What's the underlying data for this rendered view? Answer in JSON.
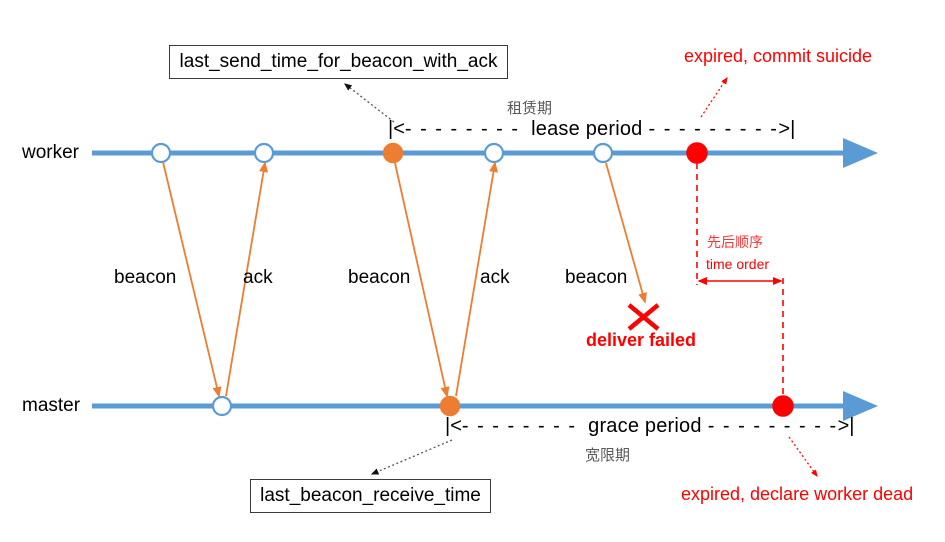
{
  "diagram": {
    "title": "lease and grace period timing diagram",
    "colors": {
      "timeline_blue": "#5B9BD5",
      "message_orange": "#ED7D31",
      "alert_red": "#FF0000",
      "text_black": "#000000",
      "cn_gray": "#595959"
    },
    "lanes": [
      {
        "name": "worker",
        "label": "worker"
      },
      {
        "name": "master",
        "label": "master"
      }
    ],
    "messages": [
      {
        "label": "beacon",
        "from": "worker",
        "to": "master"
      },
      {
        "label": "ack",
        "from": "master",
        "to": "worker"
      },
      {
        "label": "beacon",
        "from": "worker",
        "to": "master"
      },
      {
        "label": "ack",
        "from": "master",
        "to": "worker"
      },
      {
        "label": "beacon",
        "from": "worker",
        "to": "master",
        "failed": true
      }
    ],
    "callouts": {
      "last_send_time": "last_send_time_for_beacon_with_ack",
      "last_receive_time": "last_beacon_receive_time"
    },
    "periods": {
      "lease": {
        "label": "lease period",
        "cn": "租赁期"
      },
      "grace": {
        "label": "grace period",
        "cn": "宽限期"
      },
      "time_order": {
        "cn": "先后顺序",
        "label": "time order"
      }
    },
    "annotations": {
      "deliver_failed": "deliver failed",
      "worker_expired": "expired, commit suicide",
      "master_expired": "expired, declare worker dead"
    },
    "bracket_arrows": {
      "left_cap": "|<",
      "dashes_left": "- - - - - - - -",
      "dashes_right": "- - - - - - - - -",
      "right_cap": ">|"
    }
  }
}
